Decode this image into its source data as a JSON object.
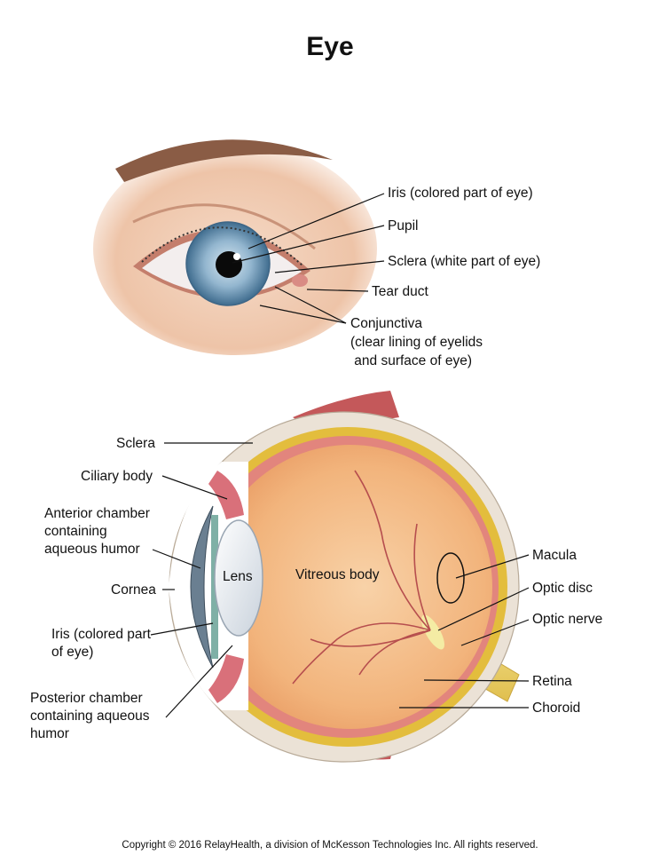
{
  "title": "Eye",
  "copyright": "Copyright © 2016 RelayHealth, a division of McKesson Technologies Inc. All rights reserved.",
  "front_view_labels": {
    "iris": "Iris (colored part of eye)",
    "pupil": "Pupil",
    "sclera": "Sclera (white part of eye)",
    "tear_duct": "Tear duct",
    "conjunctiva_1": "Conjunctiva",
    "conjunctiva_2": "(clear lining of eyelids",
    "conjunctiva_3": " and surface of eye)"
  },
  "cross_section_labels": {
    "sclera": "Sclera",
    "ciliary_body": "Ciliary body",
    "anterior_chamber_1": "Anterior chamber",
    "anterior_chamber_2": "containing",
    "anterior_chamber_3": "aqueous humor",
    "cornea": "Cornea",
    "iris_1": "Iris (colored part",
    "iris_2": "of eye)",
    "posterior_chamber_1": "Posterior chamber",
    "posterior_chamber_2": "containing aqueous",
    "posterior_chamber_3": "humor",
    "lens": "Lens",
    "vitreous_body": "Vitreous body",
    "macula": "Macula",
    "optic_disc": "Optic disc",
    "optic_nerve": "Optic nerve",
    "retina": "Retina",
    "choroid": "Choroid"
  },
  "colors": {
    "skin": "#f1cfb8",
    "iris": "#7fa6c2",
    "vitreous": "#f0b47f",
    "choroid": "#e8c64a",
    "retina": "#e78f86",
    "sclera": "#ece4da",
    "lens": "#dde3ea",
    "cornea": "#6f8596"
  }
}
